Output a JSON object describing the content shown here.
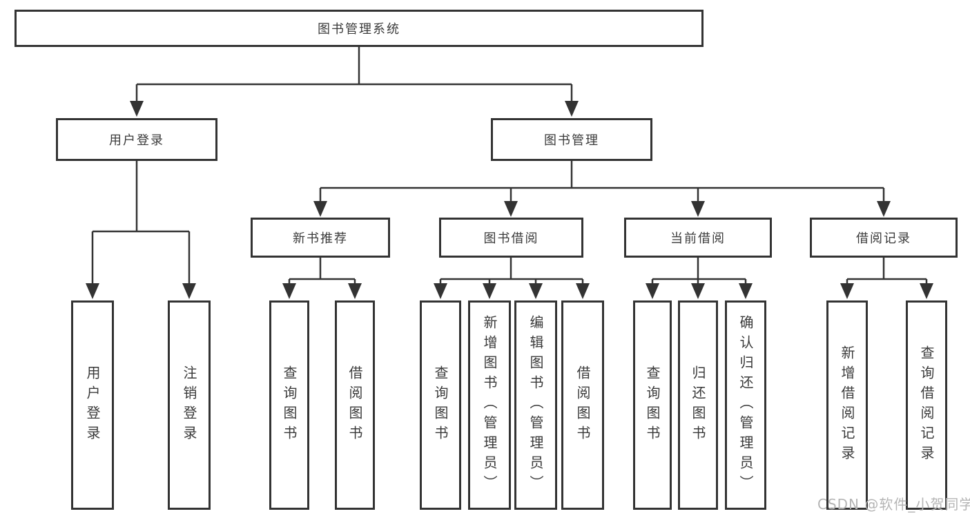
{
  "tree": {
    "root": {
      "label": "图书管理系统",
      "children": [
        {
          "label": "用户登录",
          "children": [
            {
              "label": "用户登录"
            },
            {
              "label": "注销登录"
            }
          ]
        },
        {
          "label": "图书管理",
          "children": [
            {
              "label": "新书推荐",
              "children": [
                {
                  "label": "查询图书"
                },
                {
                  "label": "借阅图书"
                }
              ]
            },
            {
              "label": "图书借阅",
              "children": [
                {
                  "label": "查询图书"
                },
                {
                  "label": "新增图书（管理员）"
                },
                {
                  "label": "编辑图书（管理员）"
                },
                {
                  "label": "借阅图书"
                }
              ]
            },
            {
              "label": "当前借阅",
              "children": [
                {
                  "label": "查询图书"
                },
                {
                  "label": "归还图书"
                },
                {
                  "label": "确认归还（管理员）"
                }
              ]
            },
            {
              "label": "借阅记录",
              "children": [
                {
                  "label": "新增借阅记录"
                },
                {
                  "label": "查询借阅记录"
                }
              ]
            }
          ]
        }
      ]
    }
  },
  "watermark": {
    "text": "CSDN @软件_小贺同学"
  },
  "colors": {
    "line": "#333333",
    "text": "#3a3a3a",
    "box_background": "#ffffff",
    "page_background": "#ffffff",
    "watermark": "#b5b5b5"
  }
}
